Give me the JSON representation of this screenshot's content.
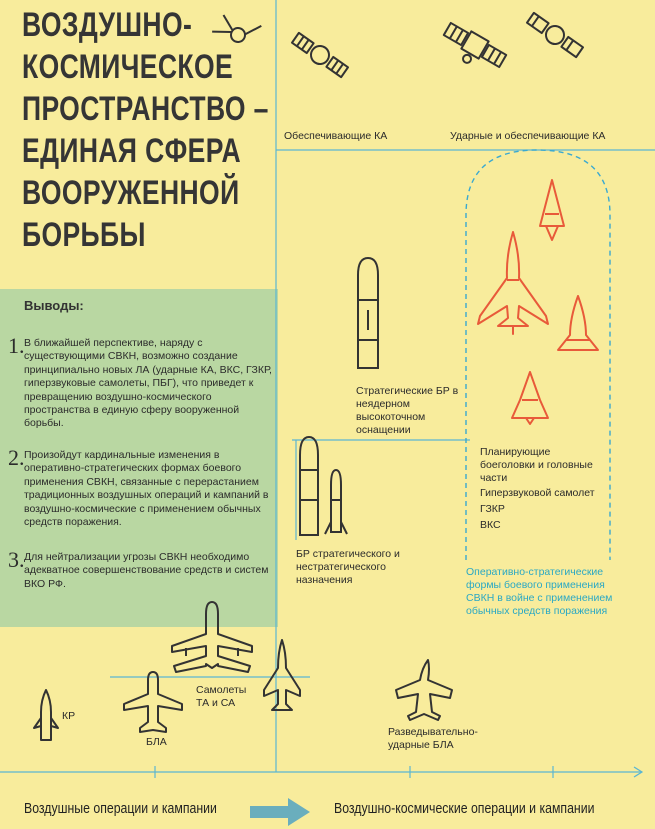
{
  "title_lines": [
    "ВОЗДУШНО-",
    "КОСМИЧЕСКОЕ",
    "ПРОСТРАНСТВО –",
    "ЕДИНАЯ СФЕРА",
    "ВООРУЖЕННОЙ",
    "БОРЬБЫ"
  ],
  "conclusions": {
    "heading": "Выводы:",
    "items": [
      {
        "num": "1.",
        "text": "В ближайшей перспективе, наряду с существующими СВКН, возможно создание принципиально новых ЛА (ударные КА, ВКС, ГЗКР, гиперзвуковые самолеты, ПБГ), что приведет к превращению воздушно-космического пространства в единую сферу вооруженной борьбы."
      },
      {
        "num": "2.",
        "text": "Произойдут кардинальные изменения в оперативно-стратегических формах боевого применения СВКН, связанные с перерастанием традиционных воздушных операций и кампаний в воздушно-космические с применением обычных средств поражения."
      },
      {
        "num": "3.",
        "text": "Для нейтрализации угрозы СВКН необходимо адекватное совершенствование средств и систем ВКО РФ."
      }
    ]
  },
  "labels": {
    "support_sat": "Обеспечивающие КА",
    "strike_sat": "Ударные и обеспечивающие КА",
    "strategic_br": "Стратегические БР в неядерном высокоточном оснащении",
    "br_strat": "БР стратегического и нестратегического назначения",
    "gliding": "Планирующие боеголовки и головные части",
    "hypersonic": "Гиперзвуковой самолет",
    "gzkr": "ГЗКР",
    "vks": "ВКС",
    "forms": "Оперативно-стратегические формы боевого применения СВКН в войне с применением обычных средств поражения",
    "kr": "КР",
    "bla": "БЛА",
    "planes": "Самолеты ТА и СА",
    "recon": "Разведывательно-ударные БЛА"
  },
  "bottom": {
    "left": "Воздушные операции и кампании",
    "right": "Воздушно-космические операции и кампании"
  },
  "colors": {
    "background": "#f8ec9c",
    "panel": "#b9d7a2",
    "axis": "#5bb6d2",
    "dashed": "#3aa9d0",
    "red_outline": "#e85a3a",
    "teal_text": "#2aa8c4",
    "arrow": "#6aaebd"
  }
}
